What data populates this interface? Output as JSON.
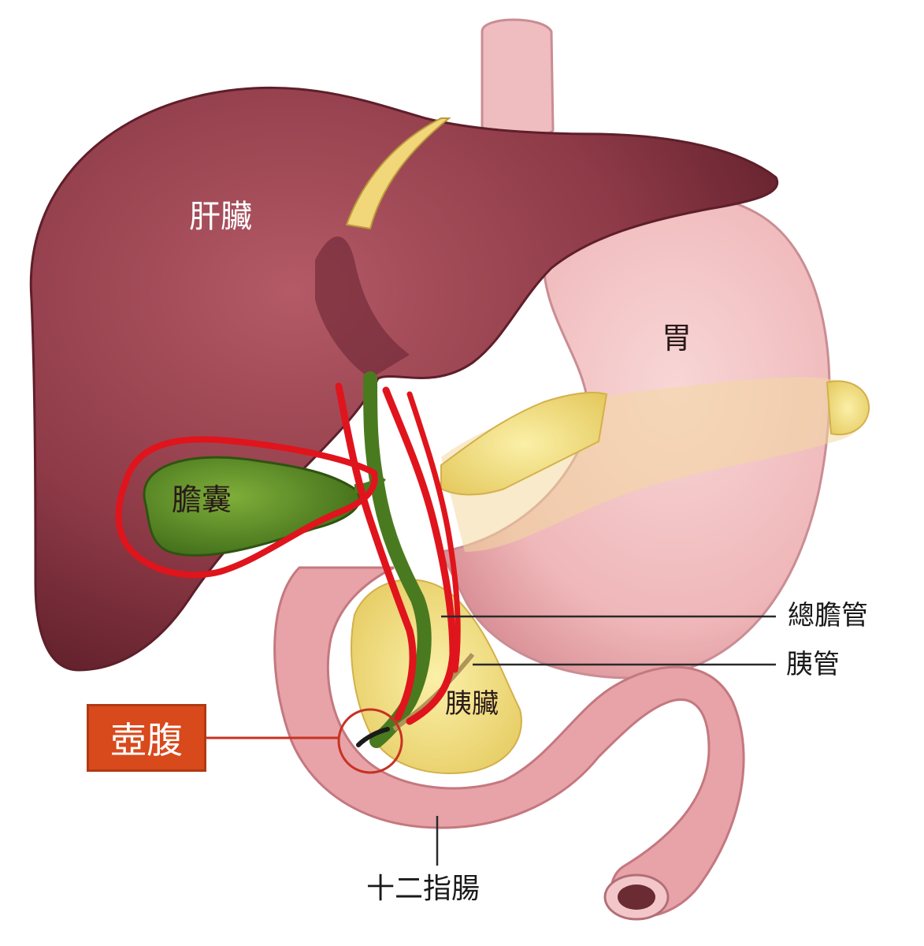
{
  "labels": {
    "liver": "肝臟",
    "stomach": "胃",
    "gallbladder": "膽囊",
    "pancreas": "胰臟",
    "common_bile_duct": "總膽管",
    "pancreatic_duct": "胰管",
    "ampulla": "壺腹",
    "duodenum": "十二指腸"
  },
  "colors": {
    "liver": "#8e3a47",
    "stomach": "#efb7b9",
    "gallbladder": "#4f7f22",
    "pancreas": "#f2e08a",
    "duodenum": "#e7a3a8",
    "annotation_red": "#e0141c",
    "badge": "#d8491c"
  }
}
